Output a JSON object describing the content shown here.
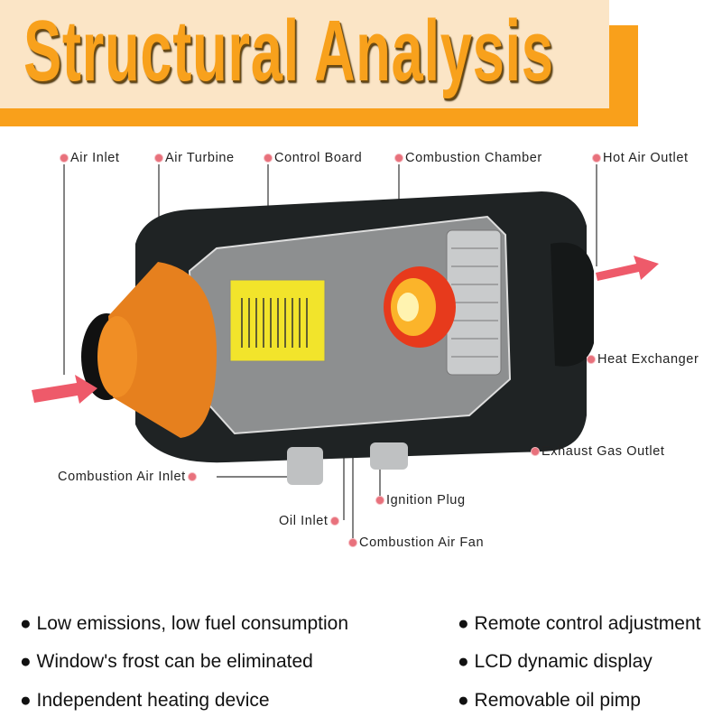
{
  "header": {
    "title": "Structural Analysis"
  },
  "labels": {
    "air_inlet": "Air Inlet",
    "air_turbine": "Air Turbine",
    "control_board": "Control Board",
    "combustion_chamber": "Combustion Chamber",
    "hot_air_outlet": "Hot Air Outlet",
    "heat_exchanger": "Heat Exchanger",
    "exhaust_gas_outlet": "Exhaust Gas Outlet",
    "combustion_air_inlet": "Combustion Air Inlet",
    "ignition_plug": "Ignition Plug",
    "oil_inlet": "Oil Inlet",
    "combustion_air_fan": "Combustion Air Fan"
  },
  "features": {
    "left": [
      "Low emissions, low fuel consumption",
      "Window's frost can be eliminated",
      "Independent heating device"
    ],
    "right": [
      "Remote control adjustment",
      "LCD dynamic display",
      "Removable oil pimp"
    ]
  },
  "colors": {
    "accent": "#f9a01b",
    "banner_bg": "#fbe5c6",
    "marker": "#e8717c",
    "arrow": "#ee5a6a"
  }
}
